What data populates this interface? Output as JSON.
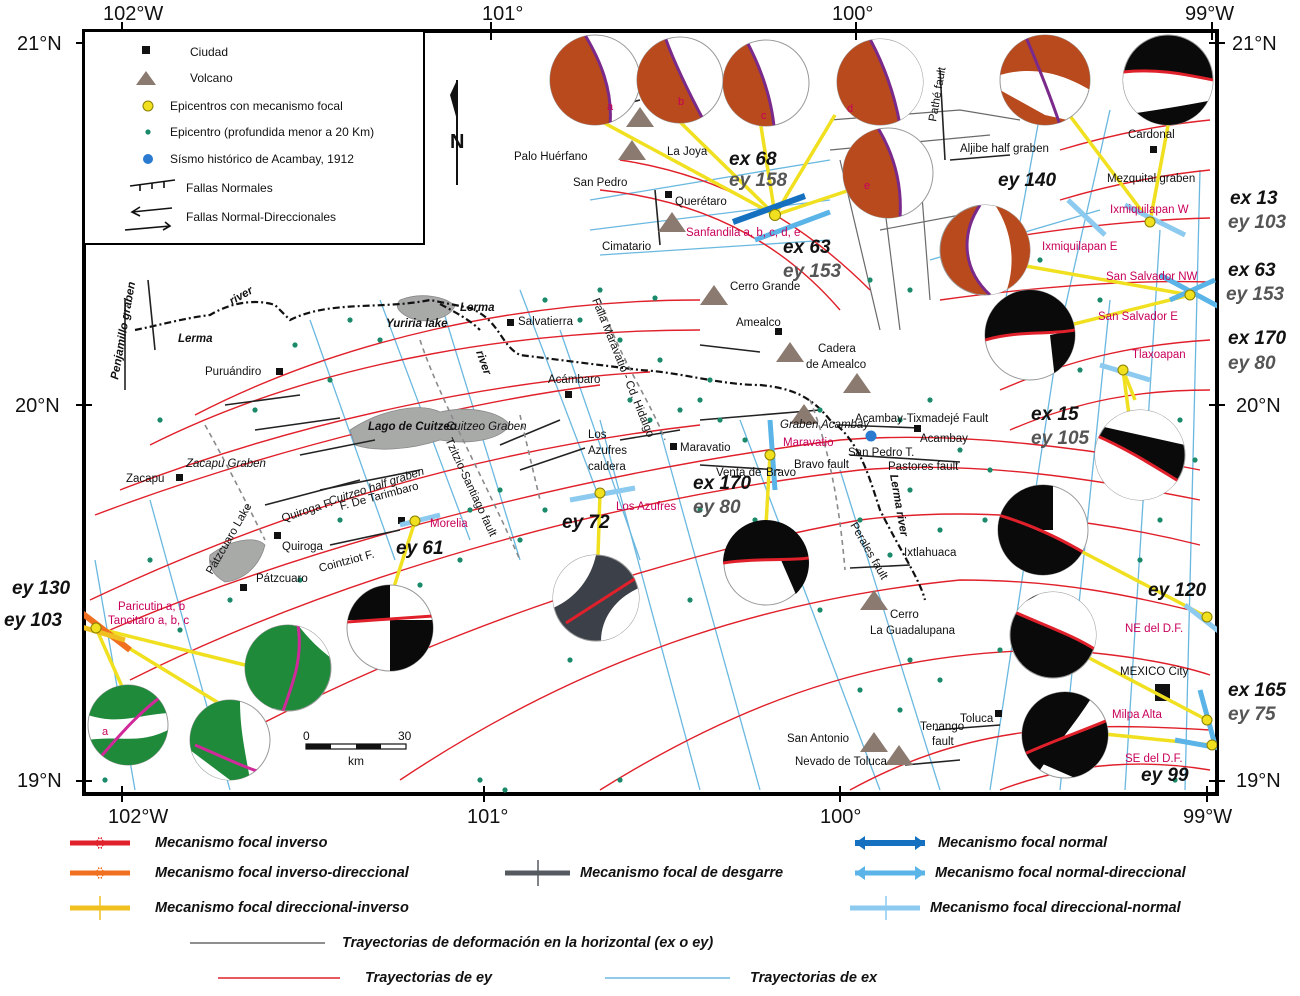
{
  "map": {
    "axes": {
      "top": [
        "102°W",
        "101°",
        "100°",
        "99°W"
      ],
      "bottom": [
        "102°W",
        "101°",
        "100°",
        "99°W"
      ],
      "left": [
        "21°N",
        "20°N",
        "19°N"
      ],
      "right": [
        "21°N",
        "20°N",
        "19°N"
      ]
    },
    "inset_legend": {
      "ciudad": "Ciudad",
      "volcano": "Volcano",
      "epi_focal": "Epicentros con mecanismo focal",
      "epi_shallow": "Epicentro (profundida menor a 20 Km)",
      "historic": "Sísmo histórico de Acambay, 1912",
      "normal_faults": "Fallas Normales",
      "normal_dir_faults": "Fallas Normal-Direccionales"
    },
    "north": "N",
    "scale": {
      "zero": "0",
      "thirty": "30",
      "unit": "km"
    },
    "places": {
      "palo_huerfano": "Palo Huérfano",
      "la_joya": "La Joya",
      "san_pedro": "San Pedro",
      "queretaro": "Querétaro",
      "cimatario": "Cimatario",
      "cerro_grande": "Cerro Grande",
      "amealco": "Amealco",
      "cadera": "Cadera",
      "de_amealco": "de Amealco",
      "salvatierra": "Salvatierra",
      "acambaro": "Acámbaro",
      "yuriria": "Yuriria lake",
      "lerma_top": "Lerma",
      "river_top": "river",
      "lerma_left": "Lerma",
      "river_left": "river",
      "penjamillo": "Penjamillo graben",
      "puruandiro": "Puruándiro",
      "lago_cuitzeo": "Lago de Cuitzeo",
      "cuitzeo_graben": "Cuitzeo Graben",
      "cuitzeo_half": "Cuitzeo half graben",
      "zacapu": "Zacapu",
      "zacapu_graben": "Zacapu Graben",
      "patzcuaro_lake": "Pátzcuaro Lake",
      "quiroga_f": "Quiroga F.",
      "f_de_tarimbaro": "F. De Tarimbaro",
      "quiroga": "Quiroga",
      "patzcuaro": "Pátzcuaro",
      "cointziot": "Cointziot F.",
      "tzitzio": "Tzitzio-Santiago fault",
      "los": "Los",
      "azufres": "Azufres",
      "caldera": "caldera",
      "falla_maravatio": "Falla Maravatio - Cd. Hidalgo",
      "maravatio_city": "Maravatio",
      "venta_de": "Venta de",
      "bravo": "Bravo",
      "bravo_fault": "Bravo fault",
      "graben_acambay": "Graben Acambay",
      "acambay_fault": "Acambay-Tixmadejé Fault",
      "acambay": "Acambay",
      "san_pedro_t": "San Pedro T.",
      "pastores": "Pastores fault",
      "lerma_river2": "Lerma river",
      "perales": "Perales fault",
      "ixtlahuaca": "Ixtlahuaca",
      "cerro": "Cerro",
      "la_guadalupana": "La Guadalupana",
      "toluca": "Toluca",
      "tenango": "Tenango",
      "fault": "fault",
      "san_antonio": "San Antonio",
      "nevado": "Nevado de Toluca",
      "mexico": "MEXICO City",
      "cardonal": "Cardonal",
      "mezquital": "Mezquital graben",
      "aljibe": "Aljibe half graben",
      "pathe": "Pathé fault"
    },
    "events": {
      "sanfandila": "Sanfandila a, b, c, d, e",
      "ixmi_w": "Ixmiquilapan W",
      "ixmi_e": "Ixmiquilapan E",
      "ss_nw": "San Salvador NW",
      "ss_e": "San Salvador E",
      "tlaxoapan": "Tlaxoapan",
      "maravatio": "Maravatio",
      "los_azufres": "Los Azufres",
      "morelia": "Morelia",
      "paricutin": "Paricutin a, b",
      "tancitaro": "Tancitaro a, b, c",
      "ne_df": "NE del D.F.",
      "milpa": "Milpa Alta",
      "se_df": "SE del D.F."
    },
    "strain_labels": {
      "ex68": "ex 68",
      "ey158": "ey 158",
      "ex63": "ex 63",
      "ey153": "ey 153",
      "ey140": "ey 140",
      "ex13": "ex 13",
      "ey103r": "ey 103",
      "ex63r": "ex 63",
      "ey153r": "ey 153",
      "ex170r": "ex 170",
      "ey80r": "ey 80",
      "ex15": "ex 15",
      "ey105": "ey 105",
      "ex170": "ex 170",
      "ey80": "ey 80",
      "ey72": "ey 72",
      "ey61": "ey 61",
      "ey130": "ey 130",
      "ey103l": "ey 103",
      "ey120": "ey 120",
      "ex165": "ex 165",
      "ey75": "ey 75",
      "ey99": "ey 99"
    },
    "beachball_letters": {
      "a": "a",
      "b": "b",
      "c": "c",
      "d": "d",
      "e": "e",
      "ga": "a"
    }
  },
  "legend": {
    "inverso": "Mecanismo focal inverso",
    "inverso_dir": "Mecanismo focal inverso-direccional",
    "dir_inverso": "Mecanismo focal direccional-inverso",
    "desgarre": "Mecanismo focal de desgarre",
    "normal": "Mecanismo focal normal",
    "normal_dir": "Mecanismo focal normal-direccional",
    "dir_normal": "Mecanismo focal direccional-normal",
    "tray_h": "Trayectorias de deformación en la horizontal (ex o ey)",
    "tray_ey": "Trayectorias de ey",
    "tray_ex": "Trayectorias de ex"
  },
  "colors": {
    "ey_line": "#e0202a",
    "ex_line": "#6ab8e0",
    "brown": "#b84a1e",
    "green": "#1e8a3a",
    "black": "#0a0a0a",
    "gray_ball": "#3c4048",
    "yellow": "#f0e020"
  }
}
